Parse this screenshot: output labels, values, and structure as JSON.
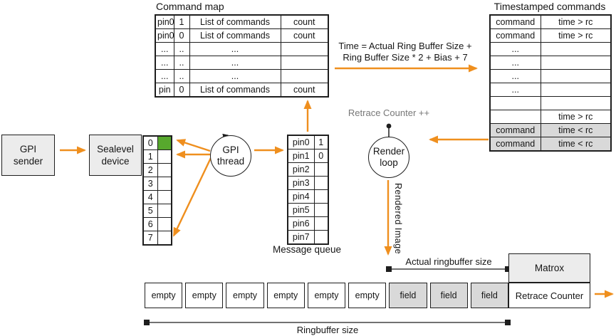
{
  "colors": {
    "accent_orange": "#EF8F1E",
    "pin_active_green": "#57A82D",
    "box_fill": "#ECECEC",
    "shaded_cell": "#D9D9D9",
    "line_black": "#1E1E1E",
    "muted_text": "#777777"
  },
  "command_map": {
    "title": "Command map",
    "rows": [
      [
        "pin0",
        "1",
        "List of commands",
        "count"
      ],
      [
        "pin0",
        "0",
        "List of commands",
        "count"
      ],
      [
        "...",
        "..",
        "...",
        ""
      ],
      [
        "...",
        "..",
        "...",
        ""
      ],
      [
        "...",
        "..",
        "...",
        ""
      ],
      [
        "pin",
        "0",
        "List of commands",
        "count"
      ]
    ]
  },
  "timestamped_commands": {
    "title": "Timestamped commands",
    "rows": [
      [
        "command",
        "time > rc"
      ],
      [
        "command",
        "time > rc"
      ],
      [
        "...",
        ""
      ],
      [
        "...",
        ""
      ],
      [
        "...",
        ""
      ],
      [
        "...",
        ""
      ],
      [
        "",
        ""
      ],
      [
        "",
        "time > rc"
      ],
      [
        "command",
        "time < rc"
      ],
      [
        "command",
        "time < rc"
      ]
    ]
  },
  "gpi_sender": {
    "label": "GPI\nsender"
  },
  "sealevel_device": {
    "label": "Sealevel\ndevice"
  },
  "pin_list": {
    "rows": [
      "0",
      "1",
      "2",
      "3",
      "4",
      "5",
      "6",
      "7"
    ]
  },
  "gpi_thread": {
    "label": "GPI\nthread"
  },
  "message_queue": {
    "label": "Message queue",
    "rows": [
      [
        "pin0",
        "1"
      ],
      [
        "pin1",
        "0"
      ],
      [
        "pin2",
        ""
      ],
      [
        "pin3",
        ""
      ],
      [
        "pin4",
        ""
      ],
      [
        "pin5",
        ""
      ],
      [
        "pin6",
        ""
      ],
      [
        "pin7",
        ""
      ]
    ]
  },
  "render_loop": {
    "label": "Render\nloop",
    "counter_note": "Retrace Counter ++"
  },
  "annotations": {
    "time_formula": "Time = Actual Ring Buffer Size +\nRing Buffer Size * 2 + Bias + 7",
    "rendered_image": "Rendered Image",
    "actual_ringbuffer_size": "Actual ringbuffer size",
    "ringbuffer_size": "Ringbuffer size"
  },
  "ringbuffer": {
    "cells": [
      "empty",
      "empty",
      "empty",
      "empty",
      "empty",
      "empty",
      "field",
      "field",
      "field"
    ]
  },
  "matrox": {
    "label": "Matrox",
    "counter_label": "Retrace Counter"
  }
}
